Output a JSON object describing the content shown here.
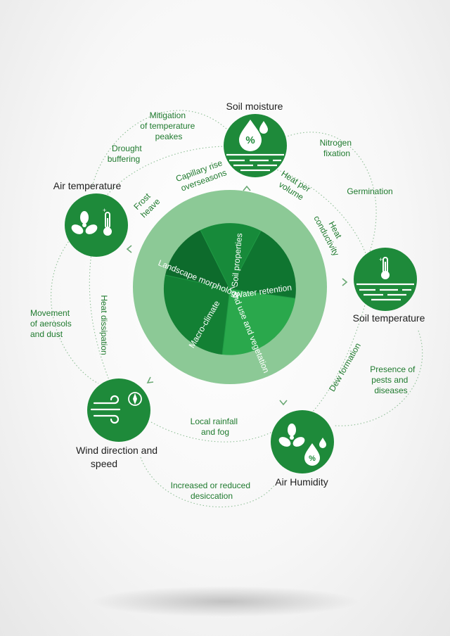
{
  "core": {
    "segments": [
      "Landscape morphology",
      "Soil properties",
      "Water retention",
      "Land use and vegetation",
      "Macro-climate"
    ]
  },
  "nodes": {
    "soil_moisture": "Soil moisture",
    "air_temperature": "Air temperature",
    "soil_temperature": "Soil temperature",
    "wind": [
      "Wind direction and",
      "speed"
    ],
    "air_humidity": "Air Humidity"
  },
  "links": {
    "mitigation": [
      "Mitigation",
      "of temperature",
      "peakes"
    ],
    "drought": [
      "Drought",
      "buffering"
    ],
    "nitrogen": [
      "Nitrogen",
      "fixation"
    ],
    "germination": "Germination",
    "capillary": [
      "Capillary rise",
      "overseasons"
    ],
    "frost": [
      "Frost",
      "heave"
    ],
    "heat_volume": [
      "Heat per",
      "volume"
    ],
    "heat_conductivity": [
      "Heat",
      "conductivity"
    ],
    "movement": [
      "Movement",
      "of aerosols",
      "and dust"
    ],
    "heat_dissipation": "Heat dissipation",
    "dew": "Dew formation",
    "pests": [
      "Presence of",
      "pests and",
      "diseases"
    ],
    "rainfall": [
      "Local rainfall",
      "and fog"
    ],
    "desiccation": [
      "Increased or reduced",
      "desiccation"
    ]
  },
  "colors": {
    "brand_green": "#1e8a3a",
    "light_ring": "#8cc996",
    "segment_dark": "#0d6b2c",
    "segment_mid": "#178a3a",
    "segment_light": "#2aa84c"
  },
  "icons": [
    "percent-drop-icon",
    "water-surface-icon",
    "fan-icon",
    "thermometer-icon",
    "wind-icon",
    "compass-icon"
  ]
}
